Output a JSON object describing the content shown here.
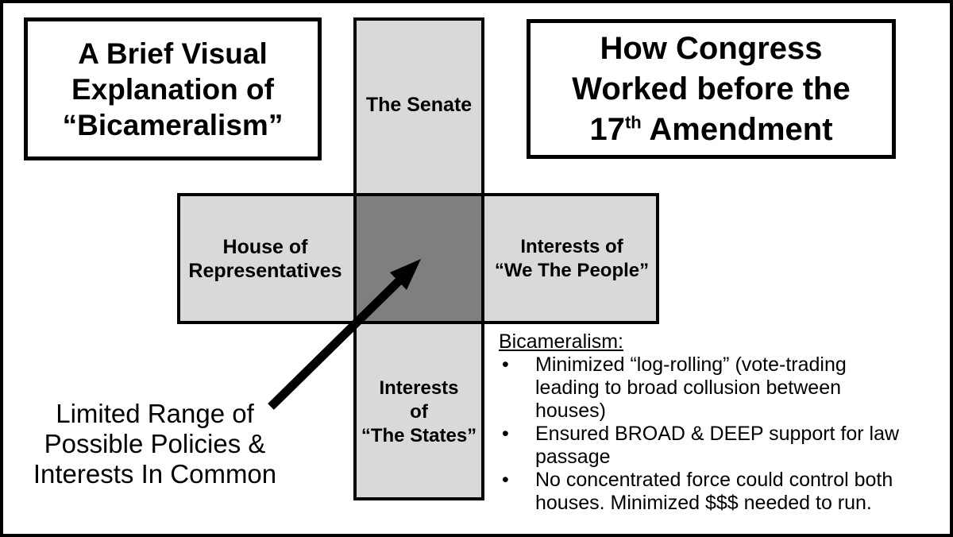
{
  "colors": {
    "background": "#ffffff",
    "outline": "#000000",
    "bar_fill": "#d9d9d9",
    "overlap_fill": "#7f7f7f"
  },
  "title_left": {
    "lines": [
      "A Brief Visual",
      "Explanation of",
      "“Bicameralism”"
    ]
  },
  "title_right": {
    "line1": "How Congress",
    "line2": "Worked before the",
    "line3_num": "17",
    "line3_sup": "th",
    "line3_rest": " Amendment"
  },
  "cross": {
    "senate_label": "The Senate",
    "house_lines": [
      "House of",
      "Representatives"
    ],
    "people_lines": [
      "Interests of",
      "“We The People”"
    ],
    "states_lines": [
      "Interests",
      "of",
      "“The States”"
    ]
  },
  "caption": {
    "lines": [
      "Limited Range of",
      "Possible Policies &",
      "Interests In Common"
    ]
  },
  "bullets": {
    "title": "Bicameralism:",
    "bullet_char": "•",
    "items": [
      {
        "lines": [
          "Minimized “log-rolling” (vote-trading",
          "leading to broad collusion between",
          "houses)"
        ]
      },
      {
        "lines": [
          "Ensured BROAD & DEEP support for law",
          "passage"
        ]
      },
      {
        "lines": [
          "No concentrated force could control both",
          "houses. Minimized $$$ needed to run."
        ]
      }
    ]
  }
}
